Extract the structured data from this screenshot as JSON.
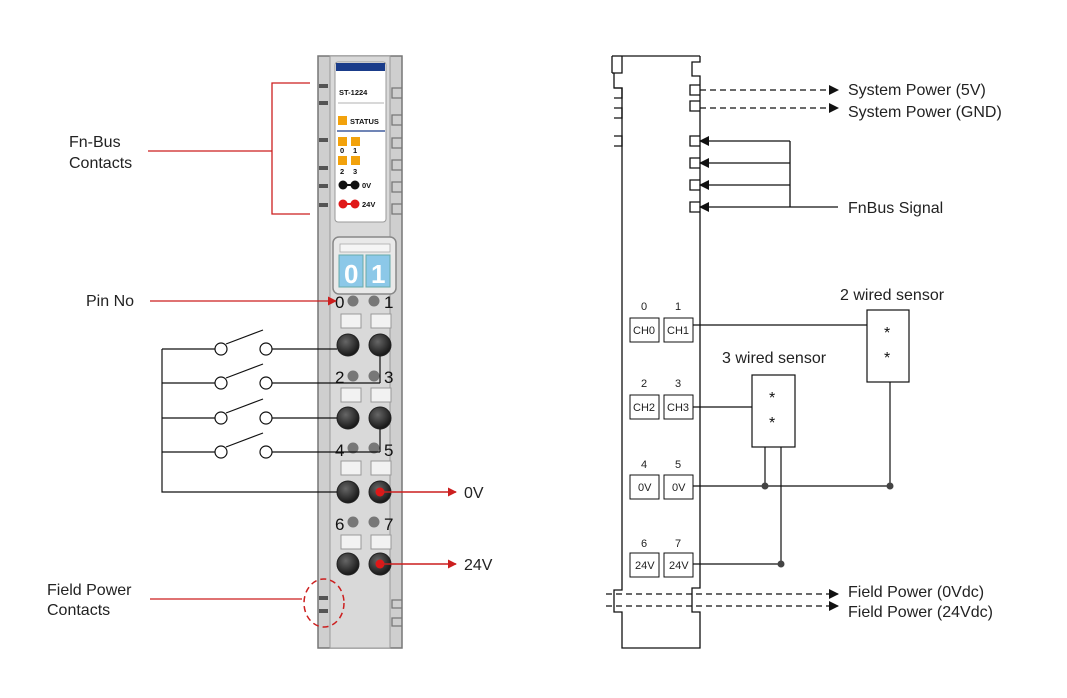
{
  "colors": {
    "accent_red": "#cc1f1f",
    "module_blue": "#1a3c8a",
    "status_orange": "#f2a20c",
    "window_blue": "#8cc8e8",
    "module_grey": "#cdcdcd",
    "line": "#222222"
  },
  "left": {
    "fn_bus_line1": "Fn-Bus",
    "fn_bus_line2": "Contacts",
    "pin_no": "Pin No",
    "field_power_line1": "Field Power",
    "field_power_line2": "Contacts",
    "ov_arrow": "0V",
    "v24_arrow": "24V",
    "module": {
      "model": "ST-1224",
      "status": "STATUS",
      "led_0": "0",
      "led_1": "1",
      "led_2": "2",
      "led_3": "3",
      "ov_led": "0V",
      "v24_led": "24V",
      "window_digit_1": "0",
      "window_digit_2": "1"
    },
    "pins": [
      "0",
      "1",
      "2",
      "3",
      "4",
      "5",
      "6",
      "7"
    ]
  },
  "right": {
    "sys_power_5v": "System Power (5V)",
    "sys_power_gnd": "System Power (GND)",
    "fnbus_signal": "FnBus Signal",
    "field_power_0v": "Field Power (0Vdc)",
    "field_power_24v": "Field Power (24Vdc)",
    "two_wired_sensor": "2 wired sensor",
    "three_wired_sensor": "3 wired sensor",
    "sensor_mark": "*",
    "terminals": [
      {
        "pin": "0",
        "label": "CH0"
      },
      {
        "pin": "1",
        "label": "CH1"
      },
      {
        "pin": "2",
        "label": "CH2"
      },
      {
        "pin": "3",
        "label": "CH3"
      },
      {
        "pin": "4",
        "label": "0V"
      },
      {
        "pin": "5",
        "label": "0V"
      },
      {
        "pin": "6",
        "label": "24V"
      },
      {
        "pin": "7",
        "label": "24V"
      }
    ]
  }
}
